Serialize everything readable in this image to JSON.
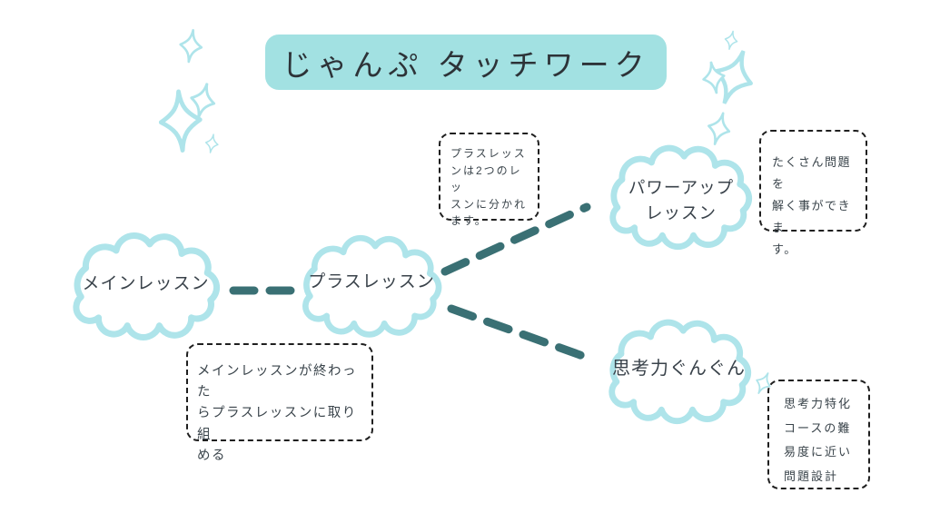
{
  "title": {
    "text": "じゃんぷ タッチワーク"
  },
  "clouds": {
    "main": {
      "label": "メインレッスン"
    },
    "plus": {
      "label": "プラスレッスン"
    },
    "powerup": {
      "label": "パワーアップ\nレッスン"
    },
    "thinking": {
      "label": "思考力ぐんぐん"
    }
  },
  "notes": {
    "plus": {
      "text": "プラスレッス\nンは2つのレッ\nスンに分かれ\nます。"
    },
    "powerup": {
      "text": "たくさん問題を\n解く事ができま\nす。"
    },
    "main": {
      "text": "メインレッスンが終わった\nらプラスレッスンに取り組\nめる"
    },
    "thinking": {
      "text": "思考力特化\nコースの難\n易度に近い\n問題設計"
    }
  },
  "connections": [
    {
      "from": "メインレッスン",
      "to": "プラスレッスン"
    },
    {
      "from": "プラスレッスン",
      "to": "パワーアップレッスン"
    },
    {
      "from": "プラスレッスン",
      "to": "思考力ぐんぐん"
    }
  ],
  "colors": {
    "title_bg": "#a2e1e2",
    "cloud_stroke": "#aee4ea",
    "connector": "#3a7074",
    "note_border": "#1f1f1f",
    "text": "#3a444b"
  }
}
